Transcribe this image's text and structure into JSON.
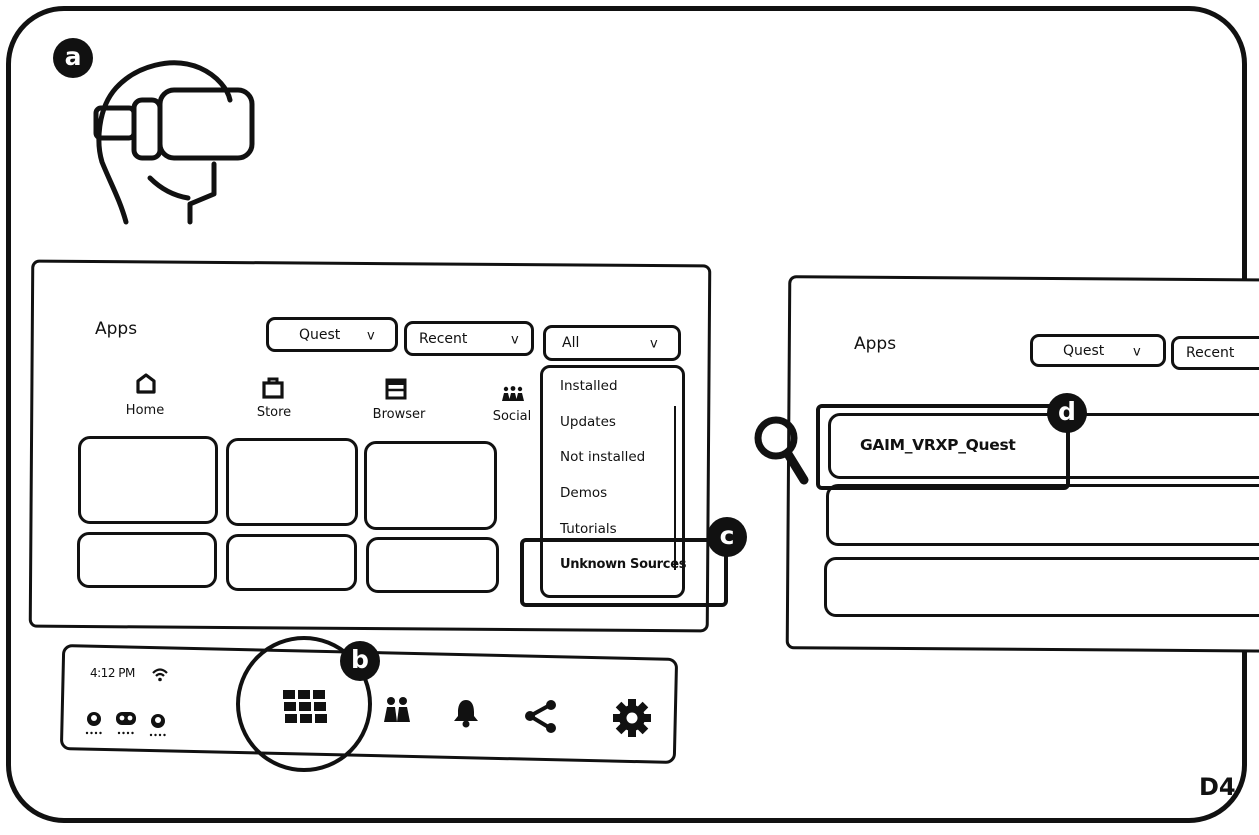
{
  "step_label": "D4",
  "badges": {
    "a": "a",
    "b": "b",
    "c": "c",
    "d": "d"
  },
  "icons": {
    "headset": "vr-headset-icon",
    "search": "magnifier-icon"
  },
  "left_panel": {
    "title": "Apps",
    "filters": {
      "device": "Quest",
      "sort": "Recent",
      "type": "All"
    },
    "nav": {
      "home": "Home",
      "store": "Store",
      "browser": "Browser",
      "social": "Social"
    },
    "dropdown_items": [
      "Installed",
      "Updates",
      "Not installed",
      "Demos",
      "Tutorials",
      "Unknown Sources"
    ]
  },
  "taskbar": {
    "time": "4:12 PM"
  },
  "right_panel": {
    "title": "Apps",
    "filters": {
      "device": "Quest",
      "sort": "Recent"
    },
    "list_item": "GAIM_VRXP_Quest"
  }
}
